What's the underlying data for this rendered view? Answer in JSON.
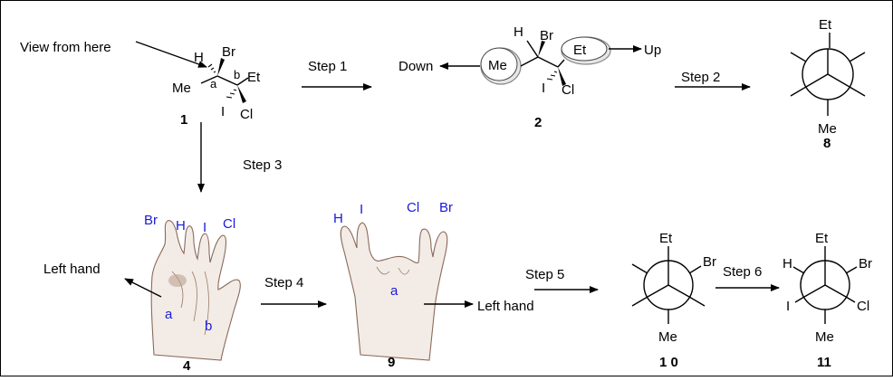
{
  "labels": {
    "view_from_here": "View from here",
    "step1": "Step 1",
    "step2": "Step 2",
    "step3": "Step 3",
    "step4": "Step 4",
    "step5": "Step 5",
    "step6": "Step 6",
    "down": "Down",
    "up": "Up",
    "left_hand_1": "Left hand",
    "left_hand_2": "Left hand"
  },
  "compounds": {
    "c1": {
      "number": "1",
      "H": "H",
      "Br": "Br",
      "Me": "Me",
      "a": "a",
      "b": "b",
      "Et": "Et",
      "I": "I",
      "Cl": "Cl"
    },
    "c2": {
      "number": "2",
      "H": "H",
      "Br": "Br",
      "Me": "Me",
      "Et": "Et",
      "I": "I",
      "Cl": "Cl"
    },
    "c8": {
      "number": "8",
      "Et": "Et",
      "Me": "Me"
    },
    "c4": {
      "number": "4",
      "Br": "Br",
      "H": "H",
      "I": "I",
      "Cl": "Cl",
      "a": "a",
      "b": "b"
    },
    "c9": {
      "number": "9",
      "H": "H",
      "I": "I",
      "Cl": "Cl",
      "Br": "Br",
      "a": "a"
    },
    "c10": {
      "number": "1 0",
      "Et": "Et",
      "Br": "Br",
      "Me": "Me"
    },
    "c11": {
      "number": "11",
      "H": "H",
      "Et": "Et",
      "Br": "Br",
      "I": "I",
      "Cl": "Cl",
      "Me": "Me"
    }
  }
}
